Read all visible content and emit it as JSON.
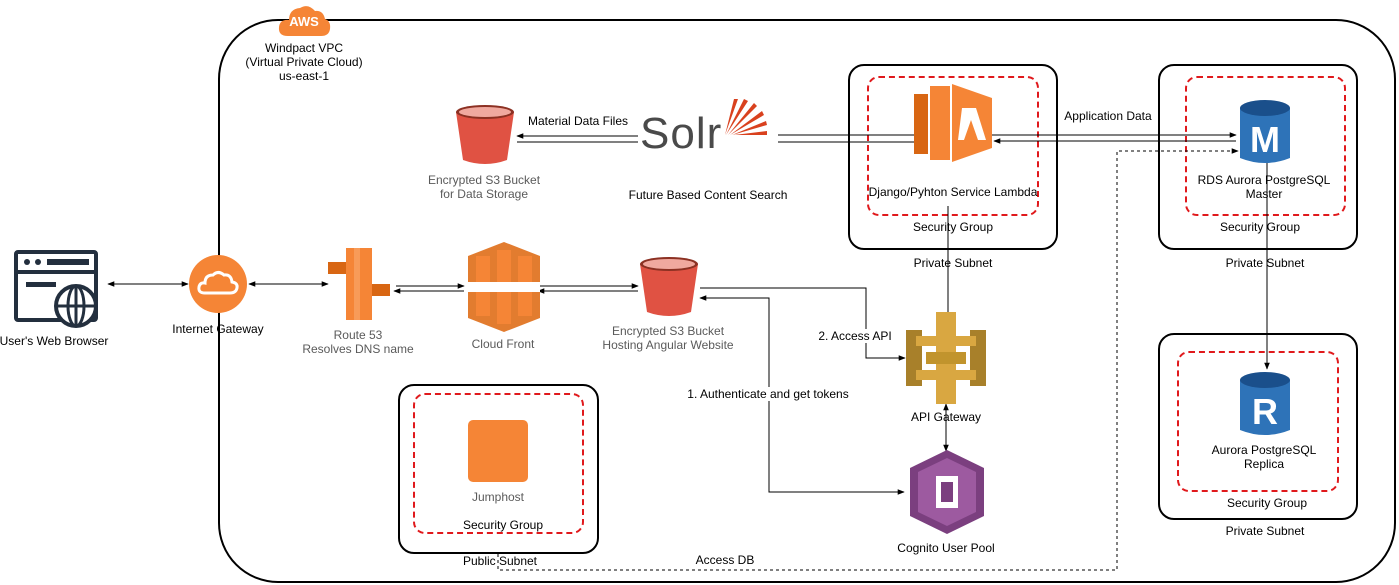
{
  "vpc": {
    "badge": "AWS",
    "name": "Windpact VPC",
    "subtitle": "(Virtual Private Cloud)",
    "region": "us-east-1"
  },
  "browser": {
    "label": "User's Web Browser"
  },
  "gateway": {
    "label": "Internet Gateway"
  },
  "route53": {
    "line1": "Route 53",
    "line2": "Resolves DNS name"
  },
  "cloudfront": {
    "label": "Cloud Front"
  },
  "s3_web": {
    "line1": "Encrypted S3 Bucket",
    "line2": "Hosting Angular Website"
  },
  "s3_data": {
    "line1": "Encrypted S3 Bucket",
    "line2": "for Data Storage"
  },
  "solr": {
    "logo": "Solr",
    "label": "Future Based Content Search"
  },
  "lambda": {
    "label": "Django/Pyhton Service Lambda"
  },
  "api_gateway": {
    "label": "API Gateway"
  },
  "cognito": {
    "label": "Cognito User Pool"
  },
  "jumphost": {
    "label": "Jumphost"
  },
  "rds_master": {
    "letter": "M",
    "line1": "RDS Aurora PostgreSQL",
    "line2": "Master"
  },
  "rds_replica": {
    "letter": "R",
    "line1": "Aurora PostgreSQL",
    "line2": "Replica"
  },
  "groups": {
    "security_group": "Security Group",
    "private_subnet": "Private Subnet",
    "public_subnet": "Public Subnet"
  },
  "edges": {
    "material_data_files": "Material Data Files",
    "application_data": "Application Data",
    "access_api": "2. Access API",
    "authenticate": "1. Authenticate and get tokens",
    "access_db": "Access DB"
  },
  "colors": {
    "aws_orange": "#f58536",
    "s3_red": "#e05243",
    "cloudfront_orange": "#f58536",
    "api_gold": "#d9a741",
    "cognito_purple": "#9d5aa0",
    "rds_blue": "#2e73b8",
    "security_group_red": "#e0191c"
  }
}
